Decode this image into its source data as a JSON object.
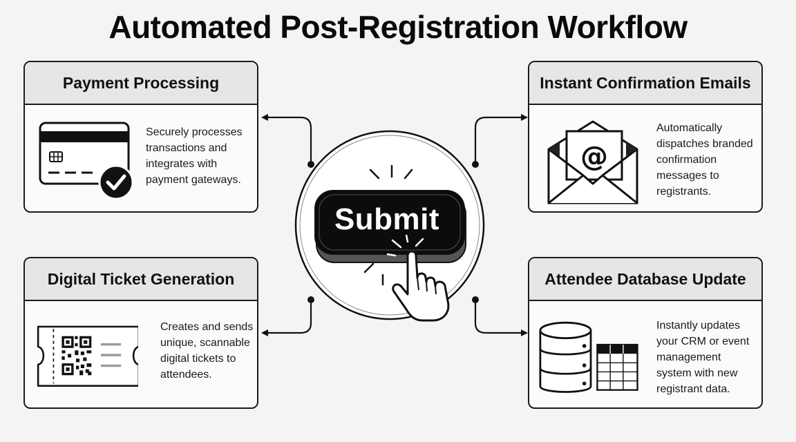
{
  "title": "Automated Post-Registration Workflow",
  "center": {
    "button_label": "Submit"
  },
  "cards": {
    "payment": {
      "heading": "Payment Processing",
      "lines": [
        "Securely processes",
        "transactions and",
        "integrates with",
        "payment gateways."
      ],
      "icon": "credit-card-check-icon"
    },
    "email": {
      "heading": "Instant Confirmation Emails",
      "lines": [
        "Automatically",
        "dispatches branded",
        "confirmation",
        "messages to",
        "registrants."
      ],
      "icon": "envelope-at-icon"
    },
    "ticket": {
      "heading": "Digital Ticket Generation",
      "lines": [
        "Creates and sends",
        "unique, scannable",
        "digital tickets to",
        "attendees."
      ],
      "icon": "qr-ticket-icon"
    },
    "db": {
      "heading": "Attendee Database Update",
      "lines": [
        "Instantly updates",
        "your CRM or event",
        "management",
        "system with new",
        "registrant data."
      ],
      "icon": "database-table-icon"
    }
  }
}
